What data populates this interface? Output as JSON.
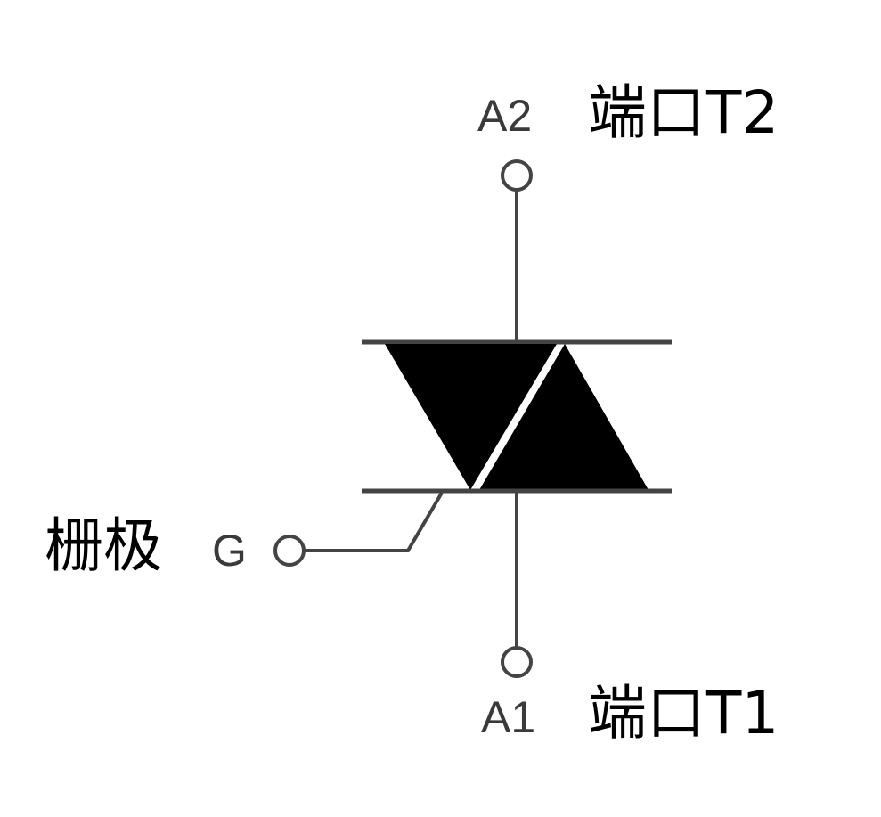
{
  "diagram": {
    "type": "triac-symbol",
    "labels": {
      "a2_pin": "A2",
      "a2_desc": "端口T2",
      "a1_pin": "A1",
      "a1_desc": "端口T1",
      "gate_pin": "G",
      "gate_desc": "栅极"
    },
    "colors": {
      "wire": "#444444",
      "fill": "#000000",
      "background": "#ffffff"
    }
  }
}
